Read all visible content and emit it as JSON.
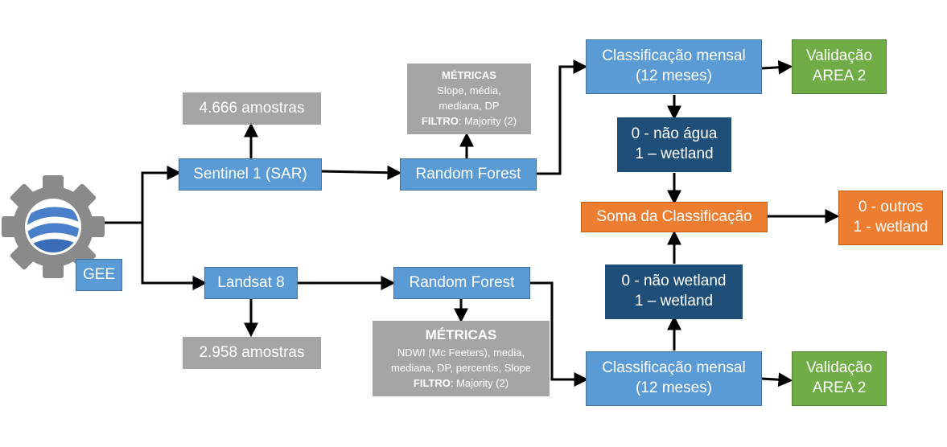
{
  "nodes": {
    "gee": "GEE",
    "sentinel": "Sentinel 1 (SAR)",
    "landsat": "Landsat 8",
    "amostras_s1": "4.666 amostras",
    "amostras_l8": "2.958 amostras",
    "rf_top": "Random Forest",
    "rf_bottom": "Random Forest",
    "metricas_top": {
      "title": "MÉTRICAS",
      "line1": "Slope, média,",
      "line2": "mediana, DP",
      "filtro_label": "FILTRO",
      "filtro_value": ": Majority (2)"
    },
    "metricas_bottom": {
      "title": "MÉTRICAS",
      "line1": "NDWI (Mc Feeters), media,",
      "line2": "mediana, DP, percentis, Slope",
      "filtro_label": "FILTRO",
      "filtro_value": ": Majority (2)"
    },
    "class_top": {
      "line1": "Classificação mensal",
      "line2": "(12 meses)"
    },
    "class_bottom": {
      "line1": "Classificação mensal",
      "line2": "(12 meses)"
    },
    "valid_top": {
      "line1": "Validação",
      "line2": "AREA 2"
    },
    "valid_bottom": {
      "line1": "Validação",
      "line2": "AREA 2"
    },
    "legend_top": {
      "line1": "0 - não água",
      "line2": "1 – wetland"
    },
    "legend_bottom": {
      "line1": "0 - não wetland",
      "line2": "1 – wetland"
    },
    "soma": "Soma da Classificação",
    "result": {
      "line1": "0 - outros",
      "line2": "1 - wetland"
    }
  },
  "colors": {
    "blue": "#5b9bd5",
    "gray": "#a5a5a5",
    "navy": "#1f4e79",
    "orange": "#ed7d31",
    "green": "#70ad47",
    "arrow": "#000000"
  },
  "icons": {
    "logo": "google-earth-engine-gear-icon"
  }
}
